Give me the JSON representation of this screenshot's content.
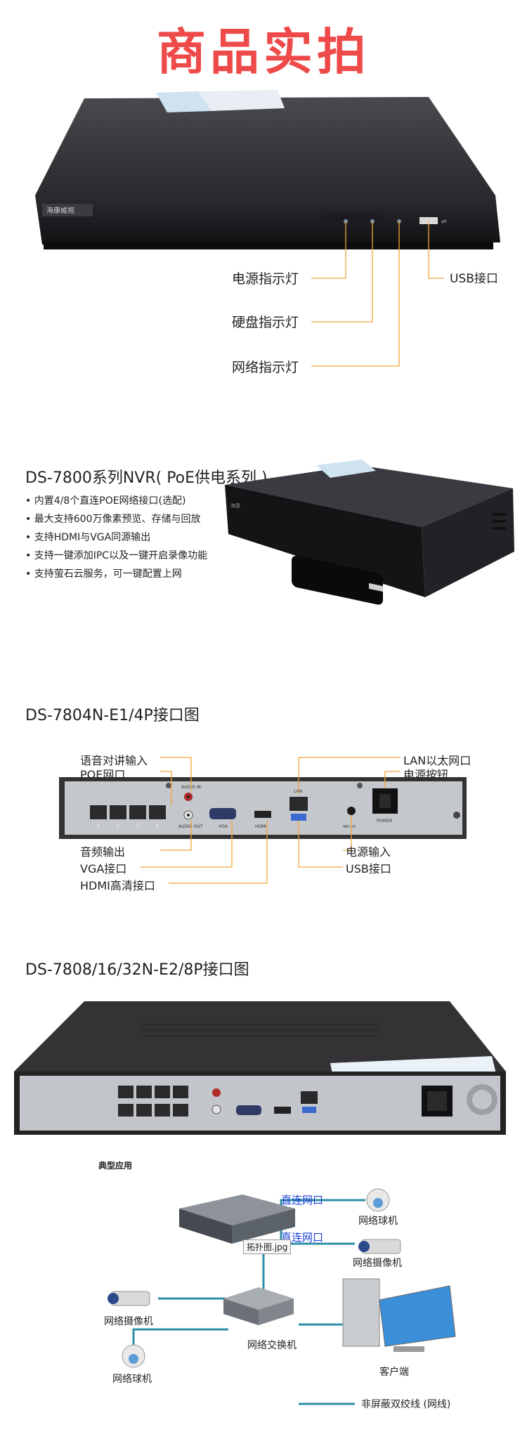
{
  "header": {
    "title": "商品实拍"
  },
  "front_panel": {
    "callouts": {
      "power_led": "电源指示灯",
      "hdd_led": "硬盘指示灯",
      "net_led": "网络指示灯",
      "usb": "USB接口"
    }
  },
  "nvr_series": {
    "title": "DS-7800系列NVR( PoE供电系列 )",
    "features": [
      "内置4/8个直连POE网络接口(选配)",
      "最大支持600万像素预览、存储与回放",
      "支持HDMI与VGA同源输出",
      "支持一键添加IPC以及一键开启录像功能",
      "支持萤石云服务，可一键配置上网"
    ]
  },
  "rear_4p": {
    "title": "DS-7804N-E1/4P接口图",
    "callouts": {
      "audio_in": "语音对讲输入",
      "poe": "POE网口",
      "audio_out": "音频输出",
      "vga": "VGA接口",
      "hdmi": "HDMI高清接口",
      "lan": "LAN以太网口",
      "power_button": "电源按钮",
      "power_input": "电源输入",
      "usb": "USB接口"
    },
    "panel_text": {
      "audio_in": "AUDIO IN",
      "audio_out": "AUDIO OUT",
      "vga": "VGA",
      "hdmi": "HDMI",
      "lan": "LAN",
      "power": "POWER",
      "dc": "48V DC",
      "ports": [
        "1",
        "2",
        "3",
        "4"
      ]
    }
  },
  "rear_8p": {
    "title": "DS-7808/16/32N-E2/8P接口图"
  },
  "topology": {
    "title": "典型应用",
    "direct_link_1": "直连网口",
    "direct_link_2": "直连网口",
    "file_tag": "拓扑图.jpg",
    "dome_camera_1": "网络球机",
    "bullet_camera_1": "网络摄像机",
    "bullet_camera_2": "网络摄像机",
    "switch": "网络交换机",
    "dome_camera_2": "网络球机",
    "client": "客户端",
    "legend": "非屏蔽双绞线 (网线)"
  },
  "colors": {
    "title_red": "#ef4a4a",
    "callout_line": "#f2a53a",
    "cable": "#2e8fa8",
    "direct_link_text": "#1a3fd6"
  }
}
